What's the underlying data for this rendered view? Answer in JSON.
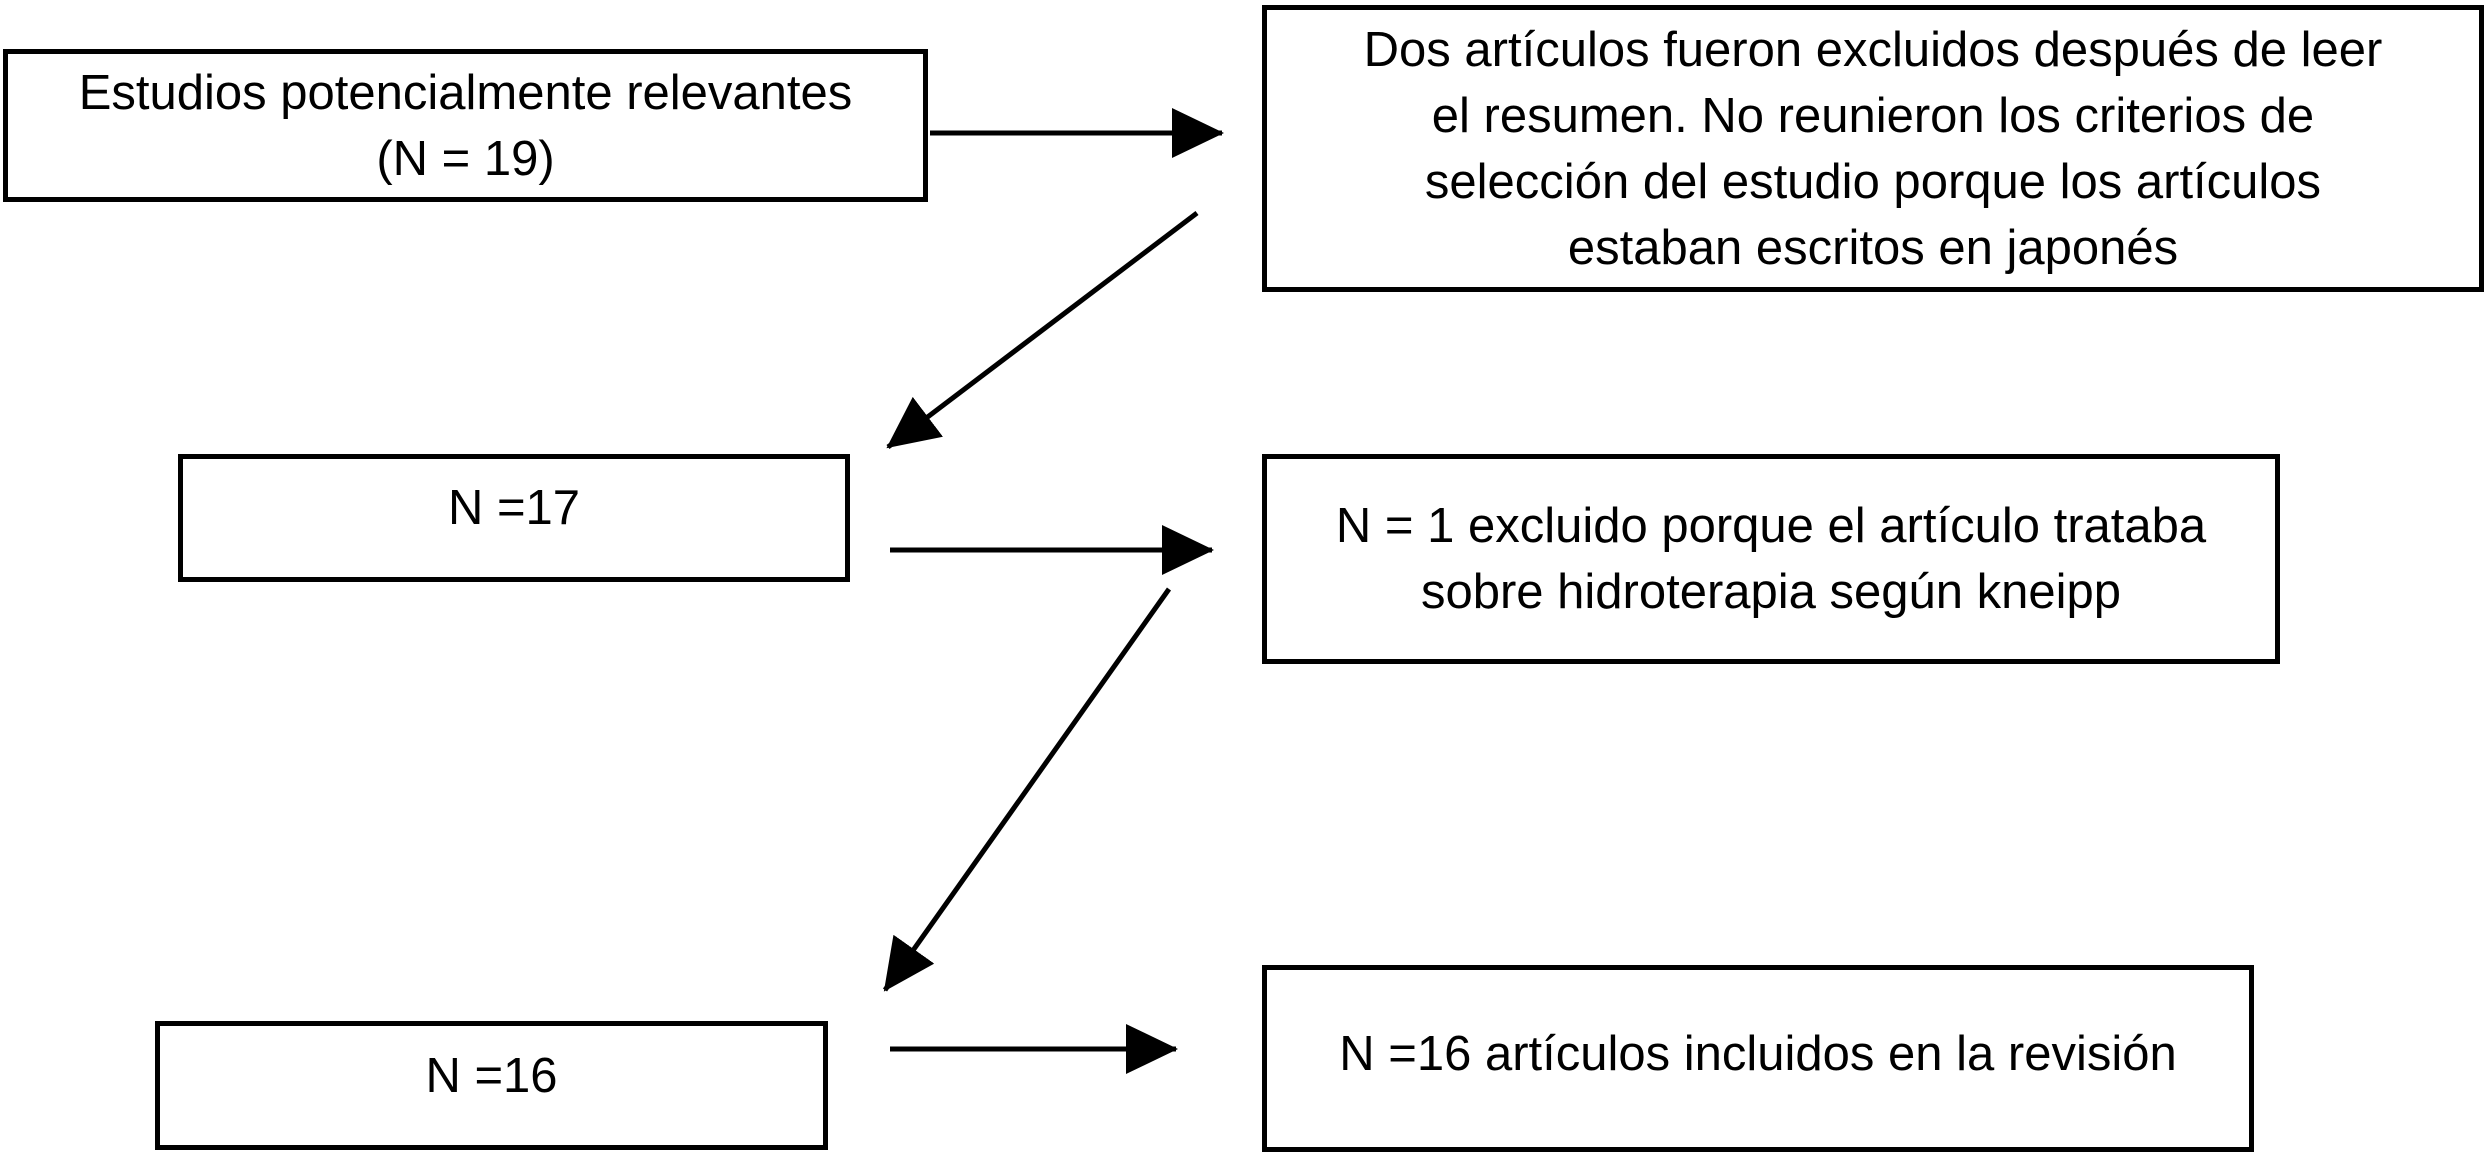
{
  "boxes": {
    "potential": {
      "lines": [
        "Estudios potencialmente relevantes",
        "(N = 19)"
      ]
    },
    "excluded_japanese": {
      "lines": [
        "Dos artículos fueron excluidos después de leer",
        "el resumen. No reunieron los criterios de",
        "selección del estudio porque los artículos",
        "estaban escritos en japonés"
      ]
    },
    "n17": {
      "lines": [
        "N =17"
      ]
    },
    "excluded_kneipp": {
      "lines": [
        "N = 1 excluido porque el artículo trataba",
        "sobre hidroterapia según kneipp"
      ]
    },
    "n16": {
      "lines": [
        "N =16"
      ]
    },
    "included": {
      "lines": [
        "N =16 artículos incluidos en la revisión"
      ]
    }
  },
  "colors": {
    "stroke": "#000000",
    "background": "#ffffff"
  }
}
